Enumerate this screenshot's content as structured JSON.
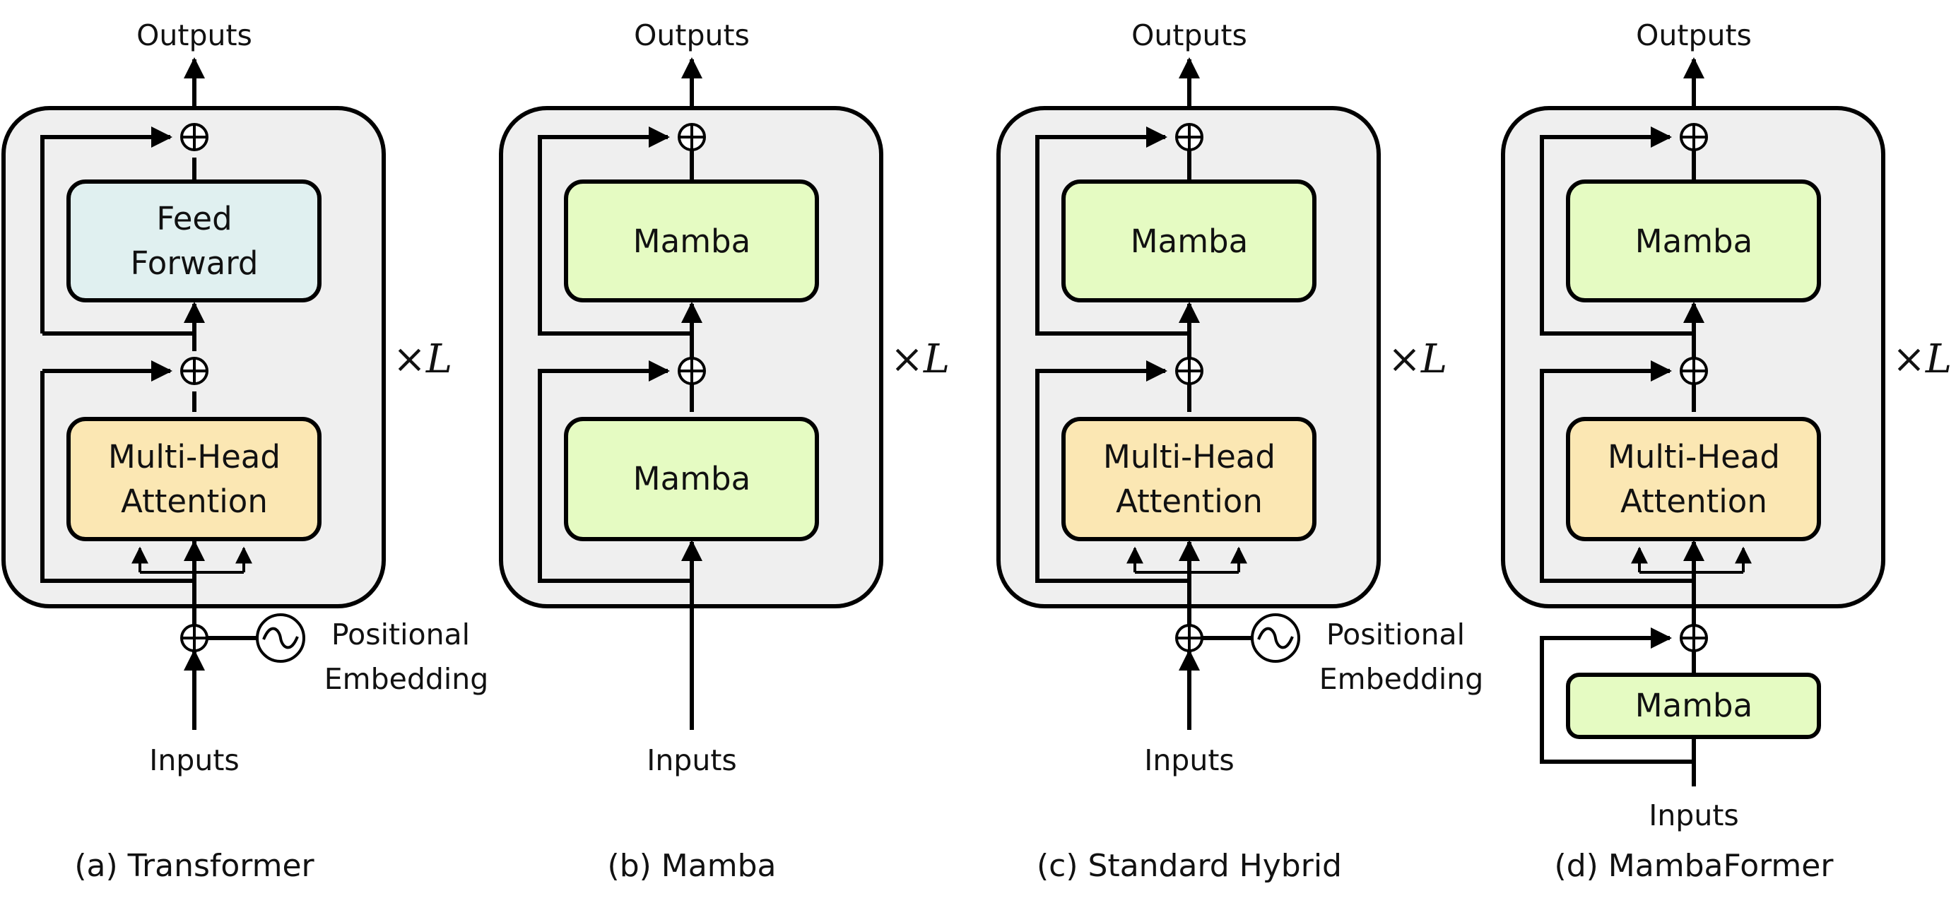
{
  "colors": {
    "outer_block": "#efefef",
    "mamba": "#e5fbc2",
    "attention": "#fbe7b3",
    "feed_forward": "#e0f0f0"
  },
  "repeat_symbol": "×",
  "repeat_var": "L",
  "panels": [
    {
      "caption": "(a) Transformer",
      "outputs": "Outputs",
      "inputs": "Inputs",
      "top_block": [
        "Feed",
        "Forward"
      ],
      "bottom_block": [
        "Multi-Head",
        "Attention"
      ],
      "positional": [
        "Positional",
        "Embedding"
      ]
    },
    {
      "caption": "(b) Mamba",
      "outputs": "Outputs",
      "inputs": "Inputs",
      "top_block": [
        "Mamba"
      ],
      "bottom_block": [
        "Mamba"
      ]
    },
    {
      "caption": "(c) Standard Hybrid",
      "outputs": "Outputs",
      "inputs": "Inputs",
      "top_block": [
        "Mamba"
      ],
      "bottom_block": [
        "Multi-Head",
        "Attention"
      ],
      "positional": [
        "Positional",
        "Embedding"
      ]
    },
    {
      "caption": "(d) MambaFormer",
      "outputs": "Outputs",
      "inputs": "Inputs",
      "top_block": [
        "Mamba"
      ],
      "bottom_block": [
        "Multi-Head",
        "Attention"
      ],
      "pre_block": "Mamba"
    }
  ]
}
